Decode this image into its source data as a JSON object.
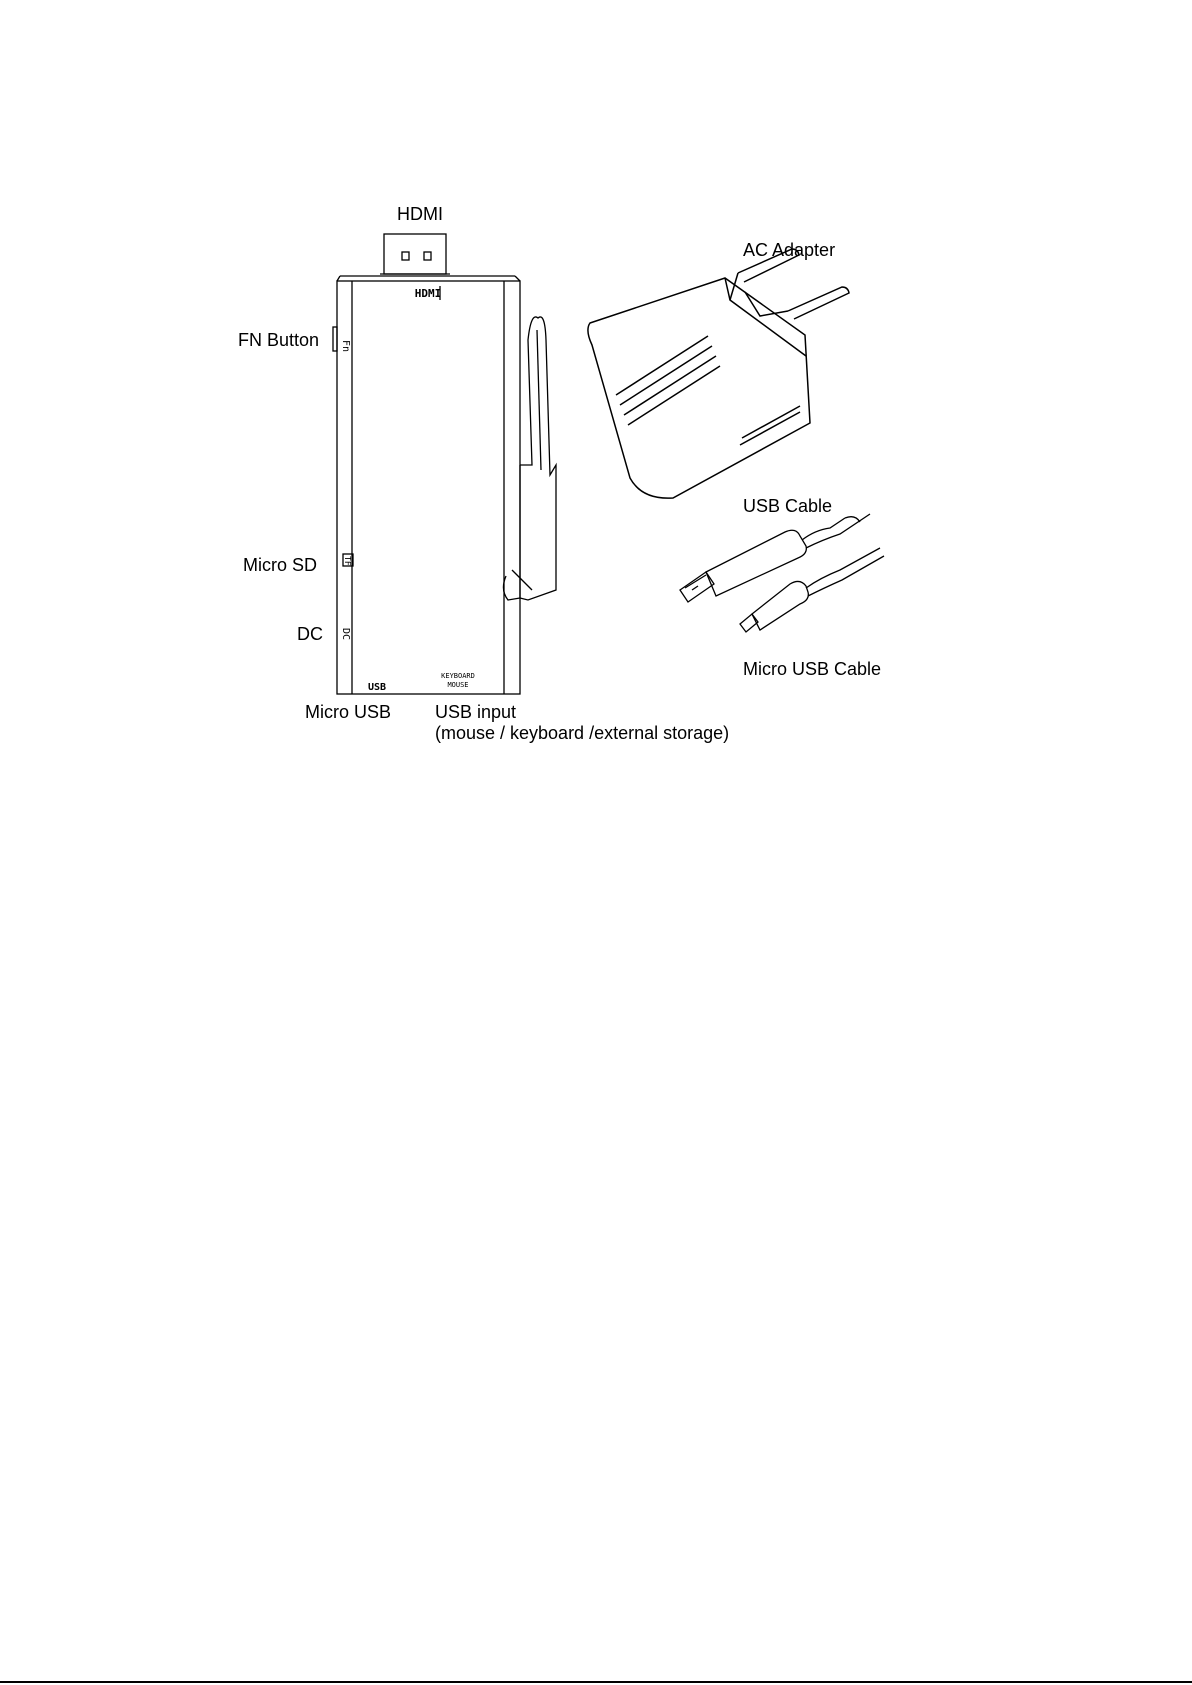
{
  "labels": {
    "hdmi": "HDMI",
    "ac_adapter": "AC Adapter",
    "fn_button": "FN Button",
    "micro_sd": "Micro SD",
    "dc": "DC",
    "micro_usb": "Micro USB",
    "usb_input": "USB input",
    "usb_input_note": "(mouse / keyboard /external storage)",
    "usb_cable": "USB Cable",
    "micro_usb_cable": "Micro USB Cable"
  },
  "device_markings": {
    "hdmi": "HDMI",
    "fn": "Fn",
    "tf": "TF",
    "dc": "DC",
    "usb": "USB",
    "keyboard": "KEYBOARD",
    "mouse": "MOUSE"
  }
}
